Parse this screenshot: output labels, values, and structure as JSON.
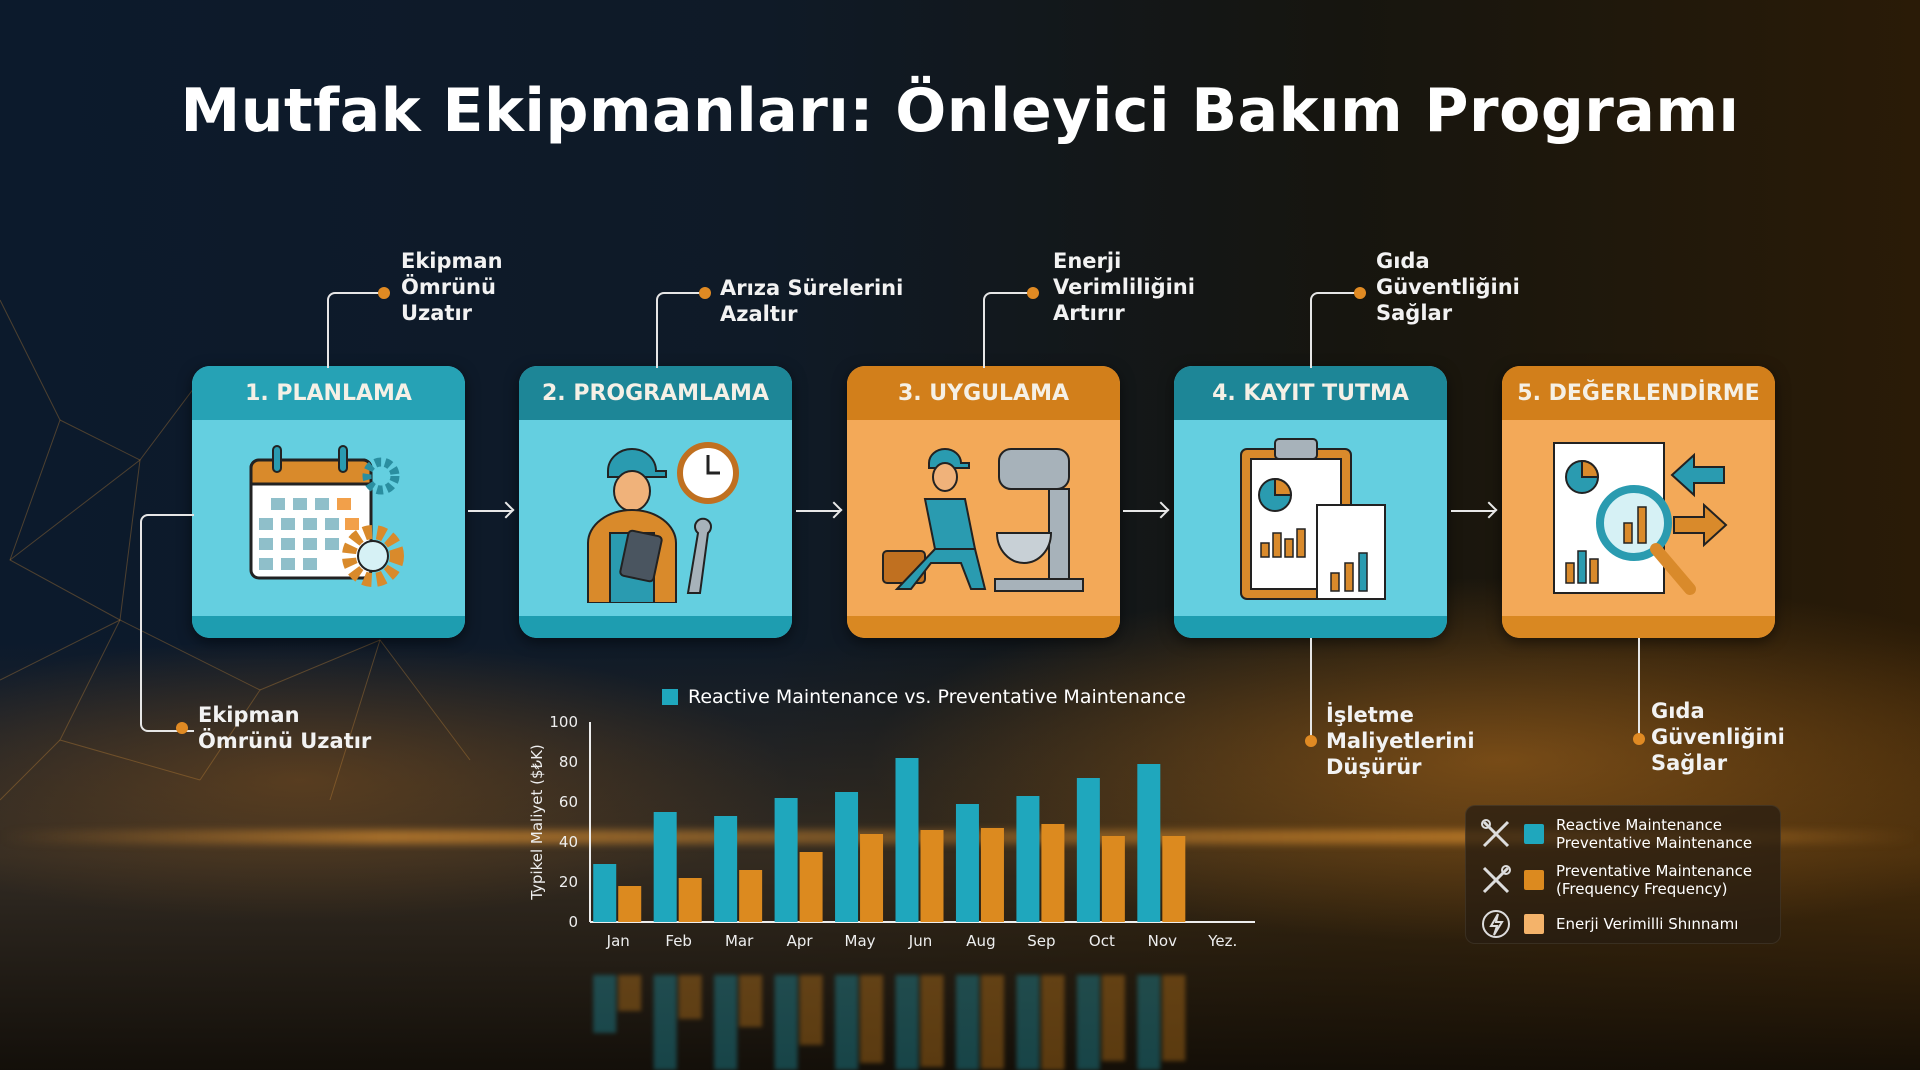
{
  "title": "Mutfak Ekipmanları: Önleyici Bakım Programı",
  "colors": {
    "teal": "#1fa7bd",
    "orange": "#dc8a1f",
    "light_orange": "#f4b36a"
  },
  "steps": [
    {
      "label": "1. PLANLAMA",
      "icon": "calendar-gear-icon",
      "theme": "teal"
    },
    {
      "label": "2. PROGRAMLAMA",
      "icon": "technician-clock-icon",
      "theme": "teal"
    },
    {
      "label": "3. UYGULAMA",
      "icon": "technician-mixer-repair-icon",
      "theme": "orange"
    },
    {
      "label": "4. KAYIT TUTMA",
      "icon": "clipboard-report-icon",
      "theme": "teal"
    },
    {
      "label": "5. DEĞERLENDİRME",
      "icon": "report-magnifier-icon",
      "theme": "orange"
    }
  ],
  "callouts": {
    "top": [
      {
        "lines": [
          "Ekipman",
          "Ömrünü",
          "Uzatır"
        ]
      },
      {
        "lines": [
          "Arıza Sürelerini",
          "Azaltır"
        ]
      },
      {
        "lines": [
          "Enerji",
          "Verimliliğini",
          "Artırır"
        ]
      },
      {
        "lines": [
          "Gıda",
          "Güventliğini",
          "Sağlar"
        ]
      }
    ],
    "bottom_left": {
      "lines": [
        "Ekipman",
        "Ömrünü Uzatır"
      ]
    },
    "bottom_step4": {
      "lines": [
        "İşletme",
        "Maliyetlerini",
        "Düşürür"
      ]
    },
    "bottom_step5": {
      "lines": [
        "Gıda",
        "Güvenliğini",
        "Sağlar"
      ]
    }
  },
  "chart_data": {
    "type": "bar",
    "title": "Reactive Maintenance vs. Preventative Maintenance",
    "xlabel": "",
    "ylabel": "Typikel Maliyet ($₺K)",
    "ylim": [
      0,
      100
    ],
    "yticks": [
      0,
      20,
      40,
      60,
      80,
      100
    ],
    "categories": [
      "Jan",
      "Feb",
      "Mar",
      "Apr",
      "May",
      "Jun",
      "Aug",
      "Sep",
      "Oct",
      "Nov",
      "Yez."
    ],
    "series": [
      {
        "name": "Reactive Maintenance",
        "color": "#1fa7bd",
        "values": [
          29,
          55,
          53,
          62,
          65,
          82,
          59,
          63,
          72,
          79,
          null
        ]
      },
      {
        "name": "Preventative Maintenance",
        "color": "#dc8a1f",
        "values": [
          18,
          22,
          26,
          35,
          44,
          46,
          47,
          49,
          43,
          43,
          null
        ]
      }
    ],
    "legend_position": "top",
    "grid": false
  },
  "legend": {
    "items": [
      {
        "icon": "wrench-screwdriver-icon",
        "color": "#1fa7bd",
        "lines": [
          "Reactive Maintenance",
          "Preventative Maintenance"
        ]
      },
      {
        "icon": "wrench-screwdriver-icon",
        "color": "#dc8a1f",
        "lines": [
          "Preventative Maintenance",
          "(Frequency Frequency)"
        ]
      },
      {
        "icon": "lightning-circle-icon",
        "color": "#f4b36a",
        "lines": [
          "Enerji Verimilli Shınnamı"
        ]
      }
    ]
  }
}
